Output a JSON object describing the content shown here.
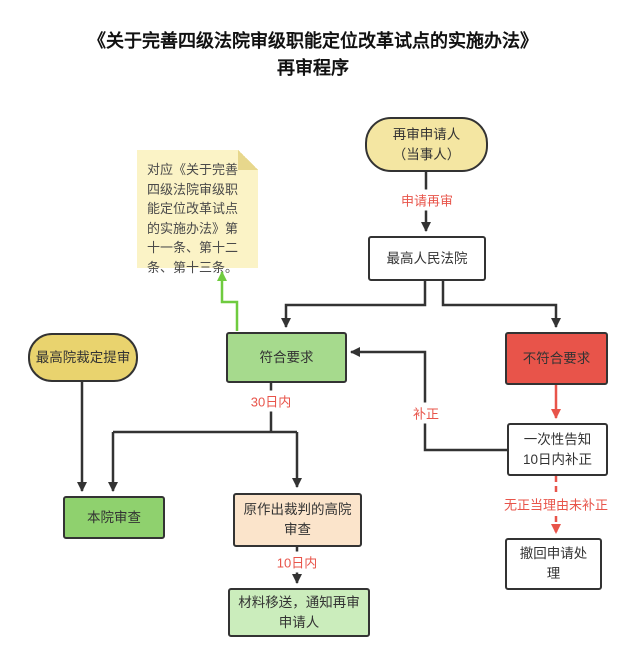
{
  "title": {
    "line1": "《关于完善四级法院审级职能定位改革试点的实施办法》",
    "line2": "再审程序"
  },
  "note": {
    "text": "对应《关于完善四级法院审级职能定位改革试点的实施办法》第十一条、第十二条、第十三条。"
  },
  "nodes": {
    "applicant": "再审申请人\n（当事人）",
    "supreme_court": "最高人民法院",
    "meet_req": "符合要求",
    "not_meet_req": "不符合要求",
    "supreme_retrial": "最高院裁定提审",
    "own_court_review": "本院审查",
    "high_court_review": "原作出裁判的高院\n审查",
    "one_time_notice": "一次性告知\n10日内补正",
    "withdraw": "撤回申请处\n理",
    "transfer_notice": "材料移送，通知再审\n申请人"
  },
  "edge_labels": {
    "apply": "申请再审",
    "within_30_days": "30日内",
    "correction": "补正",
    "no_reason_no_correction": "无正当理由未补正",
    "within_10_days": "10日内"
  },
  "colors": {
    "line": "#333333",
    "red": "#e8544a",
    "green_arrow": "#6fcb3f",
    "node_yellow": "#f4e6a2",
    "node_yellow_dark": "#e9d36e",
    "node_green": "#a6da8d",
    "node_green_bright": "#8fd16e",
    "node_green_pale": "#cbedbc",
    "node_peach": "#fbe4cb",
    "node_red": "#e8544a",
    "note_bg": "#fbf3c6",
    "note_fold": "#e7d78c"
  }
}
